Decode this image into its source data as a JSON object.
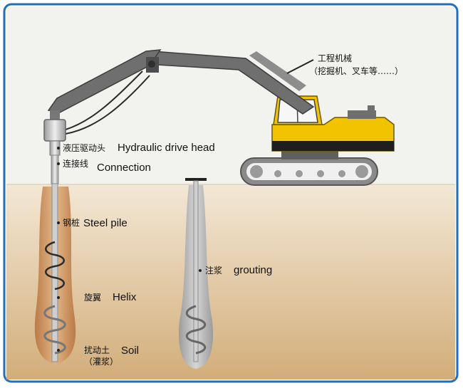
{
  "diagram": {
    "machine_label_line1": "工程机械",
    "machine_label_line2": "（挖掘机、叉车等……）",
    "labels": [
      {
        "id": "hydraulic",
        "cn": "液压驱动头",
        "en": "Hydraulic drive head"
      },
      {
        "id": "connection",
        "cn": "连接线",
        "en": "Connection"
      },
      {
        "id": "steel_pile",
        "cn": "钢桩",
        "en": "Steel pile"
      },
      {
        "id": "helix",
        "cn": "旋翼",
        "en": "Helix"
      },
      {
        "id": "soil",
        "cn": "扰动土",
        "en": "Soil"
      },
      {
        "id": "soil_sub",
        "cn": "（灌浆）",
        "en": ""
      },
      {
        "id": "grouting",
        "cn": "注浆",
        "en": "grouting"
      }
    ],
    "colors": {
      "frame": "#1f6fbf",
      "sky": "#f2f2ef",
      "soil_top": "#f3e8d6",
      "soil_bottom": "#d2ad79",
      "excavator_yellow": "#f2c300",
      "arm_gray": "#6f6f6f",
      "track_gray": "#8a8a8a",
      "steel": "#b9b9b9",
      "disturbed_soil": "#c48a54"
    },
    "icons": [
      "excavator-icon",
      "drive-head-icon",
      "helix-icon"
    ]
  }
}
